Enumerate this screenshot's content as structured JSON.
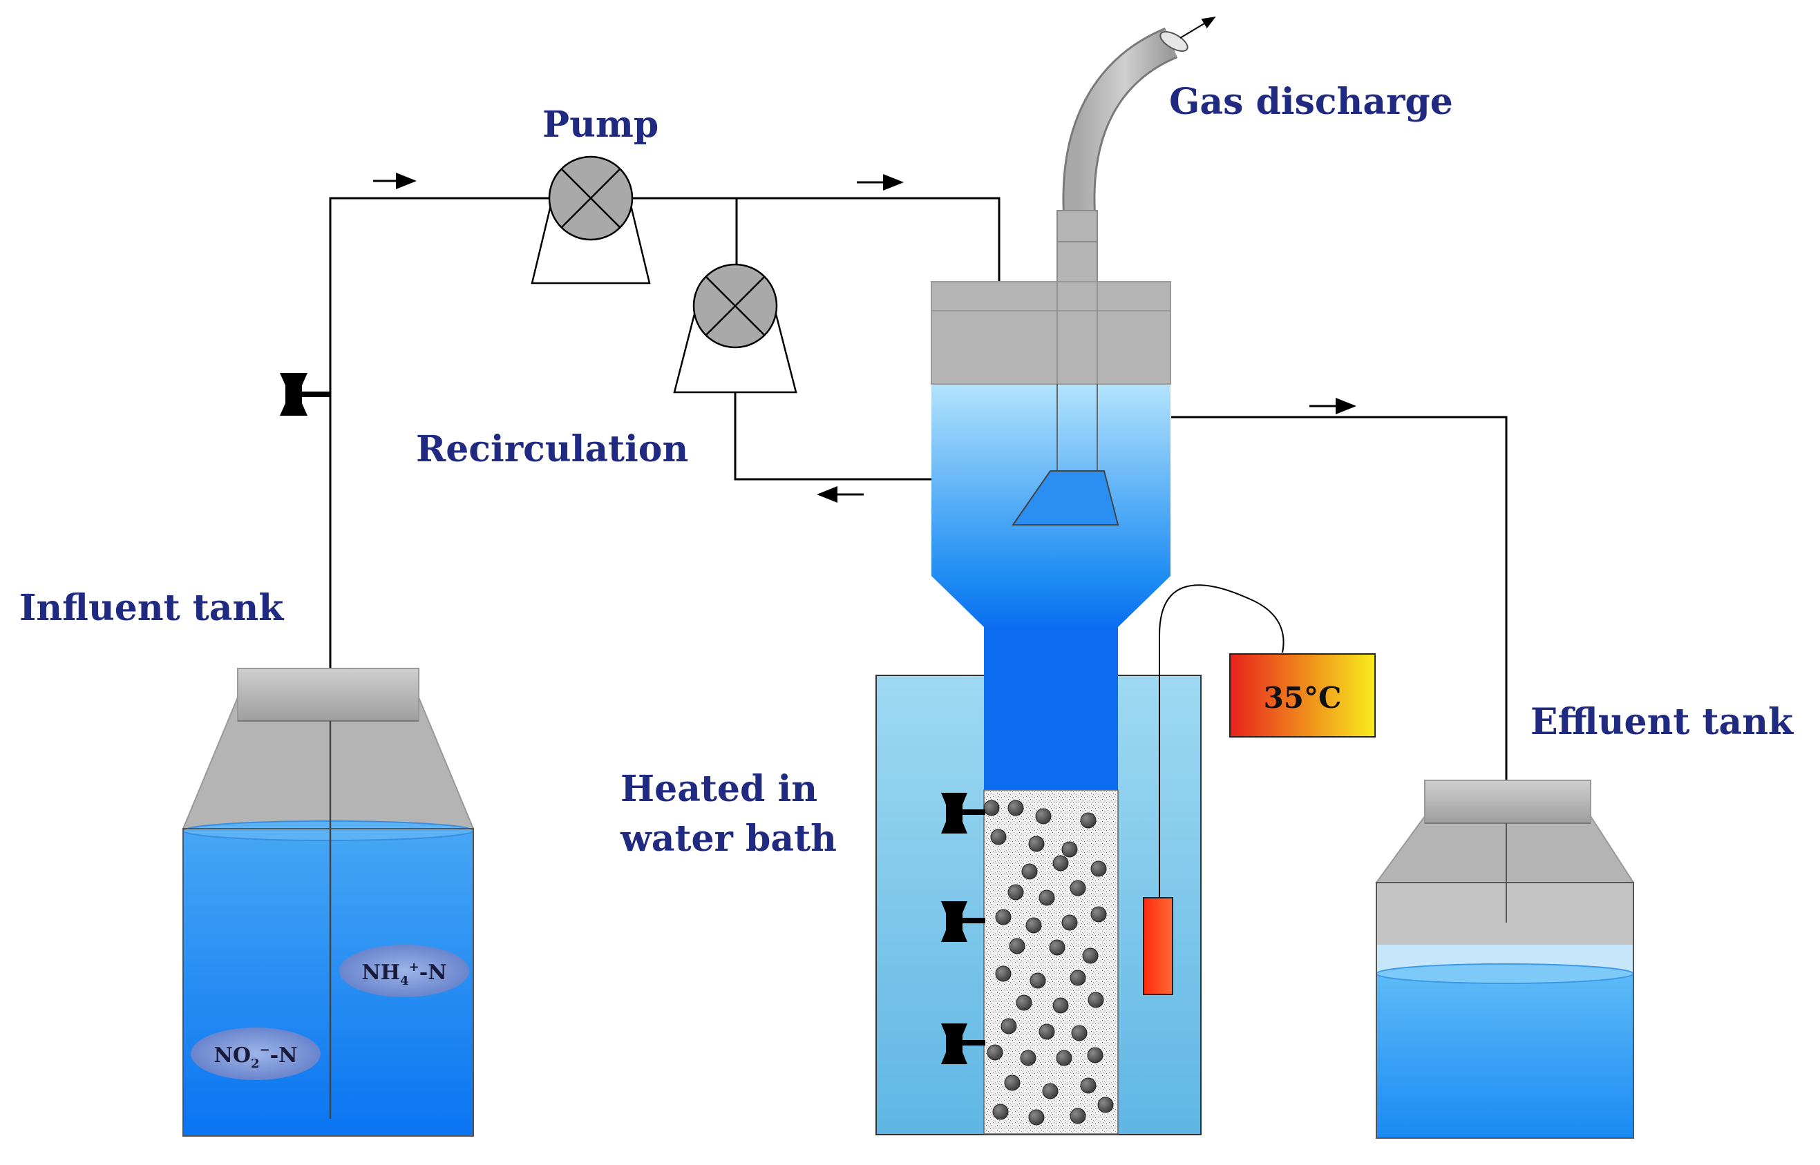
{
  "labels": {
    "pump": "Pump",
    "gas_discharge": "Gas discharge",
    "recirculation": "Recirculation",
    "influent_tank": "Influent tank",
    "effluent_tank": "Effluent tank",
    "water_bath_line1": "Heated in",
    "water_bath_line2": "water bath",
    "temperature": "35°C"
  },
  "chemicals": {
    "ammonium": {
      "base": "NH",
      "sub": "4",
      "sup": "+",
      "tail": "-N"
    },
    "nitrite": {
      "base": "NO",
      "sub": "2",
      "sup": "−",
      "tail": "-N"
    }
  },
  "colors": {
    "label_text": "#1f2a80",
    "water_light": "#aee0fb",
    "water_dark": "#0a6ff2",
    "cap_gray": "#b4b4b4",
    "bath": "#8fd0ee",
    "heater": "#ff3b1e",
    "temp_gradient": [
      "#e8221d",
      "#f7ec1c"
    ]
  },
  "icons": [
    "pump-icon",
    "valve-icon",
    "flow-arrow-icon",
    "heater-probe-icon",
    "thermometer-display-icon"
  ]
}
